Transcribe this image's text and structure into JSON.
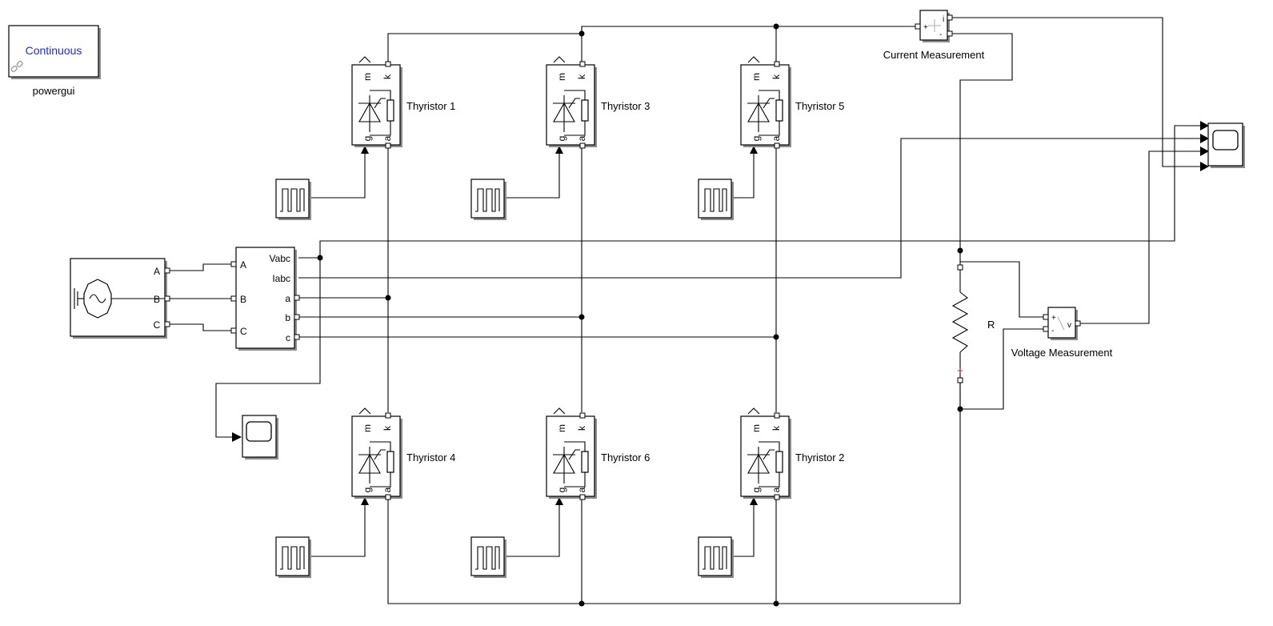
{
  "powergui": {
    "mode": "Continuous",
    "name": "powergui"
  },
  "thyristors": [
    {
      "id": "t1",
      "name": "Thyristor 1"
    },
    {
      "id": "t3",
      "name": "Thyristor 3"
    },
    {
      "id": "t5",
      "name": "Thyristor 5"
    },
    {
      "id": "t4",
      "name": "Thyristor 4"
    },
    {
      "id": "t6",
      "name": "Thyristor 6"
    },
    {
      "id": "t2",
      "name": "Thyristor 2"
    }
  ],
  "thyristor_ports": {
    "m": "m",
    "k": "k",
    "g": "g",
    "a": "a"
  },
  "source": {
    "ports": [
      "A",
      "B",
      "C"
    ]
  },
  "vi_measurement": {
    "inputs": [
      "A",
      "B",
      "C"
    ],
    "outputs": [
      "Vabc",
      "Iabc",
      "a",
      "b",
      "c"
    ]
  },
  "current_measurement": {
    "name": "Current Measurement",
    "out": "i",
    "plus": "+",
    "minus": "-"
  },
  "voltage_measurement": {
    "name": "Voltage Measurement",
    "out": "v",
    "plus": "+",
    "minus": "-"
  },
  "resistor": {
    "name": "R",
    "polarity": "+"
  },
  "colors": {
    "accent_text": "#1a2fd0",
    "polarity": "#d00000"
  }
}
